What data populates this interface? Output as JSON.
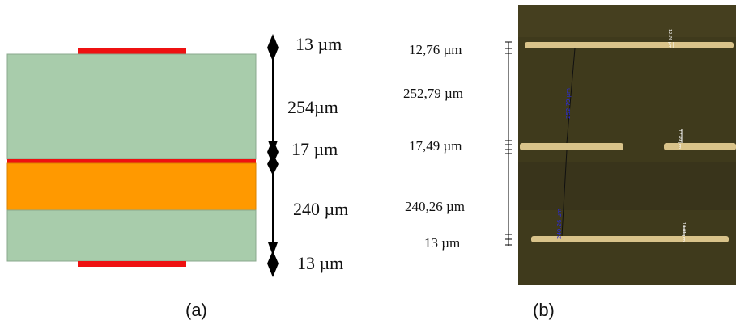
{
  "panel_a": {
    "dimensions": [
      {
        "label": "13 µm"
      },
      {
        "label": "254µm"
      },
      {
        "label": "17 µm"
      },
      {
        "label": "240 µm"
      },
      {
        "label": "13 µm"
      }
    ],
    "colors": {
      "dielectric": "#a8ccab",
      "core": "#ff9900",
      "copper": "#ee1111"
    },
    "caption": "(a)"
  },
  "panel_b": {
    "measurements": [
      {
        "label": "12,76 µm"
      },
      {
        "label": "252,79 µm"
      },
      {
        "label": "17,49 µm"
      },
      {
        "label": "240,26 µm"
      },
      {
        "label": "13 µm"
      }
    ],
    "micrograph_annotations": {
      "top_layer": "12.76 µm",
      "upper_gap": "252.79 µm",
      "mid_layer": "17.49 µm",
      "lower_gap": "240.26 µm",
      "bottom_layer": "13.01 µm"
    },
    "colors": {
      "background": "#3f3a1c",
      "copper_trace": "#d9c38a"
    },
    "caption": "(b)"
  }
}
